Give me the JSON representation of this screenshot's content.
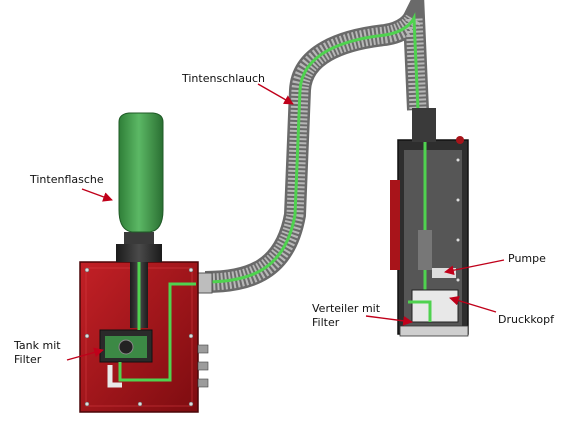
{
  "labels": {
    "tintenschlauch": "Tintenschlauch",
    "tintenflasche": "Tintenflasche",
    "tank_line1": "Tank mit",
    "tank_line2": "Filter",
    "pumpe": "Pumpe",
    "verteiler_line1": "Verteiler mit",
    "verteiler_line2": "Filter",
    "druckkopf": "Druckkopf"
  },
  "colors": {
    "arrow": "#c0001a",
    "bottle": "#3f9a4a",
    "tank_body": "#a8141a",
    "ink_line": "#4fd24f",
    "hose": "#9a9a9a",
    "printhead_frame": "#2a2a2a"
  }
}
